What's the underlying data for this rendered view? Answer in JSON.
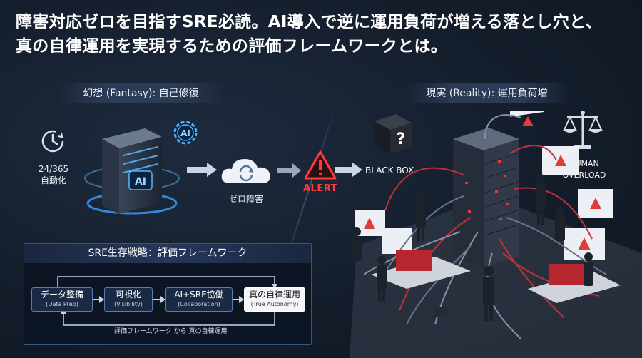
{
  "title": {
    "line1": "障害対応ゼロを目指すSRE必読。AI導入で逆に運用負荷が増える落とし穴と、",
    "line2": "真の自律運用を実現するための評価フレームワークとは。"
  },
  "fantasy": {
    "label": "幻想 (Fantasy): 自己修復",
    "clock_text_1": "24/365",
    "clock_text_2": "自動化",
    "ai_badge": "AI",
    "server_badge": "AI",
    "cloud_label": "ゼロ障害"
  },
  "alert": {
    "label": "ALERT"
  },
  "reality": {
    "label": "現実 (Reality): 運用負荷増",
    "black_box": "BLACK BOX",
    "human_overload_1": "HUMAN",
    "human_overload_2": "OVERLOAD"
  },
  "strategy": {
    "heading": "SRE生存戦略：評価フレームワーク",
    "steps": [
      {
        "main": "データ整備",
        "sub": "(Data Prep)"
      },
      {
        "main": "可視化",
        "sub": "(Visibility)"
      },
      {
        "main": "AI+SRE協働",
        "sub": "(Collaboration)"
      },
      {
        "main": "真の自律運用",
        "sub": "(True Autonomy)"
      }
    ],
    "loop_label": "評価フレームワーク から 真の自律運用"
  },
  "colors": {
    "background": "#141d2b",
    "accent_blue": "#3aa0ff",
    "alert_red": "#ff3a3a",
    "panel_border": "#3a5480"
  }
}
